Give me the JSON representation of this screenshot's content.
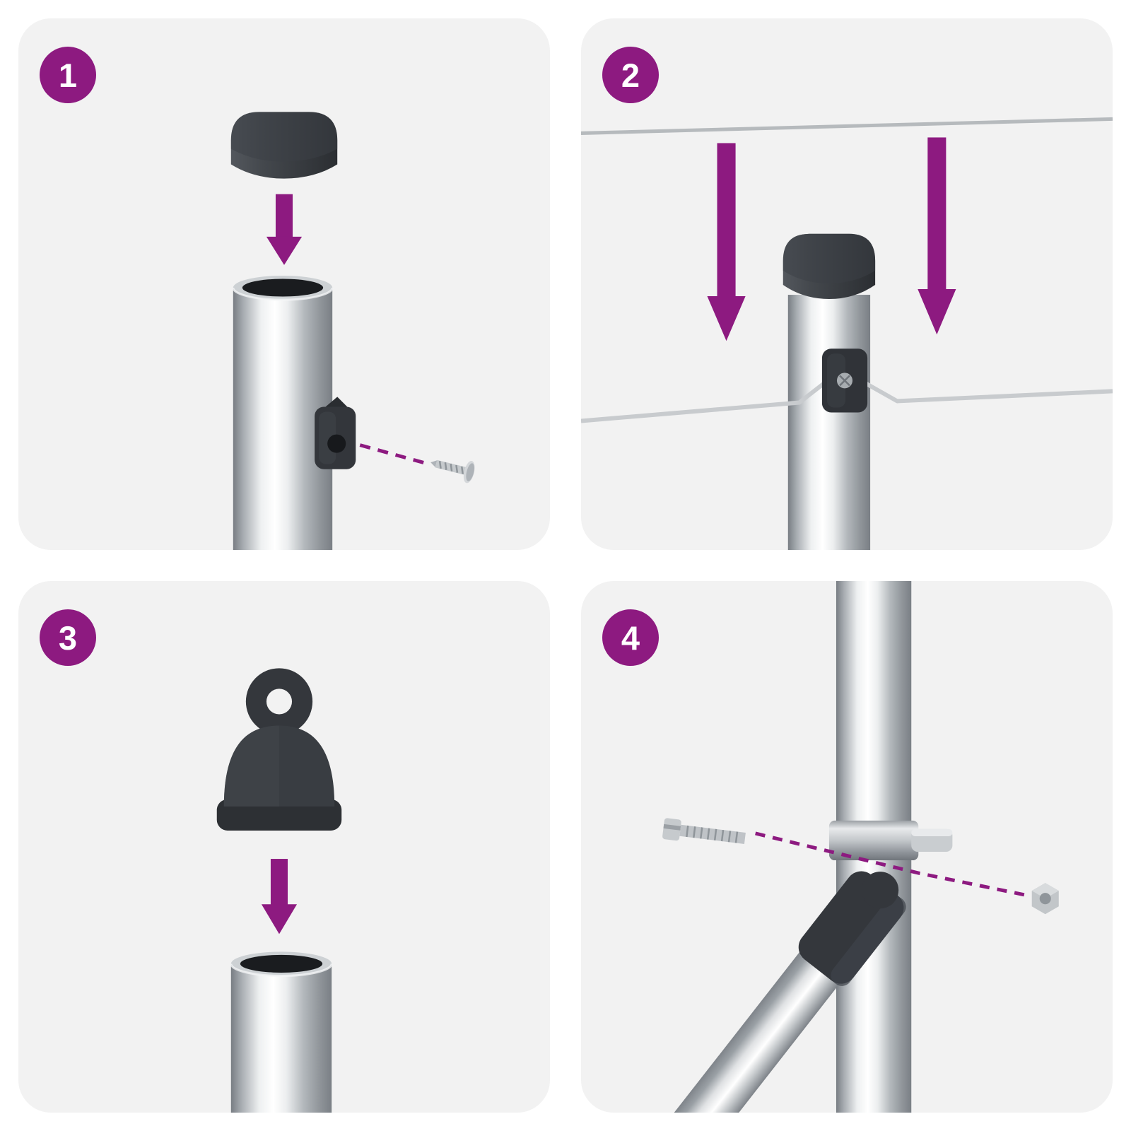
{
  "page": {
    "background": "#ffffff"
  },
  "panel": {
    "background": "#f2f2f2"
  },
  "colors": {
    "accent_purple": "#8d1a80",
    "plastic_dark": "#34373c",
    "metal_highlight": "#ffffff",
    "metal_mid": "#b3b8bc",
    "metal_dark": "#7a7f85",
    "wire": "#c8cbce",
    "badge_text": "#ffffff"
  },
  "steps": [
    {
      "number": "1",
      "parts": [
        "post-cap",
        "down-arrow",
        "metal-post",
        "wire-clip",
        "self-tapping-screw",
        "dashed-guide-line"
      ]
    },
    {
      "number": "2",
      "parts": [
        "tension-wire-top",
        "down-arrow-left",
        "down-arrow-right",
        "capped-post",
        "wire-clip",
        "clip-screw",
        "tension-wire-threaded"
      ]
    },
    {
      "number": "3",
      "parts": [
        "eyelet-cap",
        "down-arrow",
        "metal-post"
      ]
    },
    {
      "number": "4",
      "parts": [
        "main-post",
        "clamp-bracket",
        "brace-post",
        "brace-elbow",
        "hex-bolt",
        "hex-nut",
        "dashed-guide-line"
      ]
    }
  ]
}
